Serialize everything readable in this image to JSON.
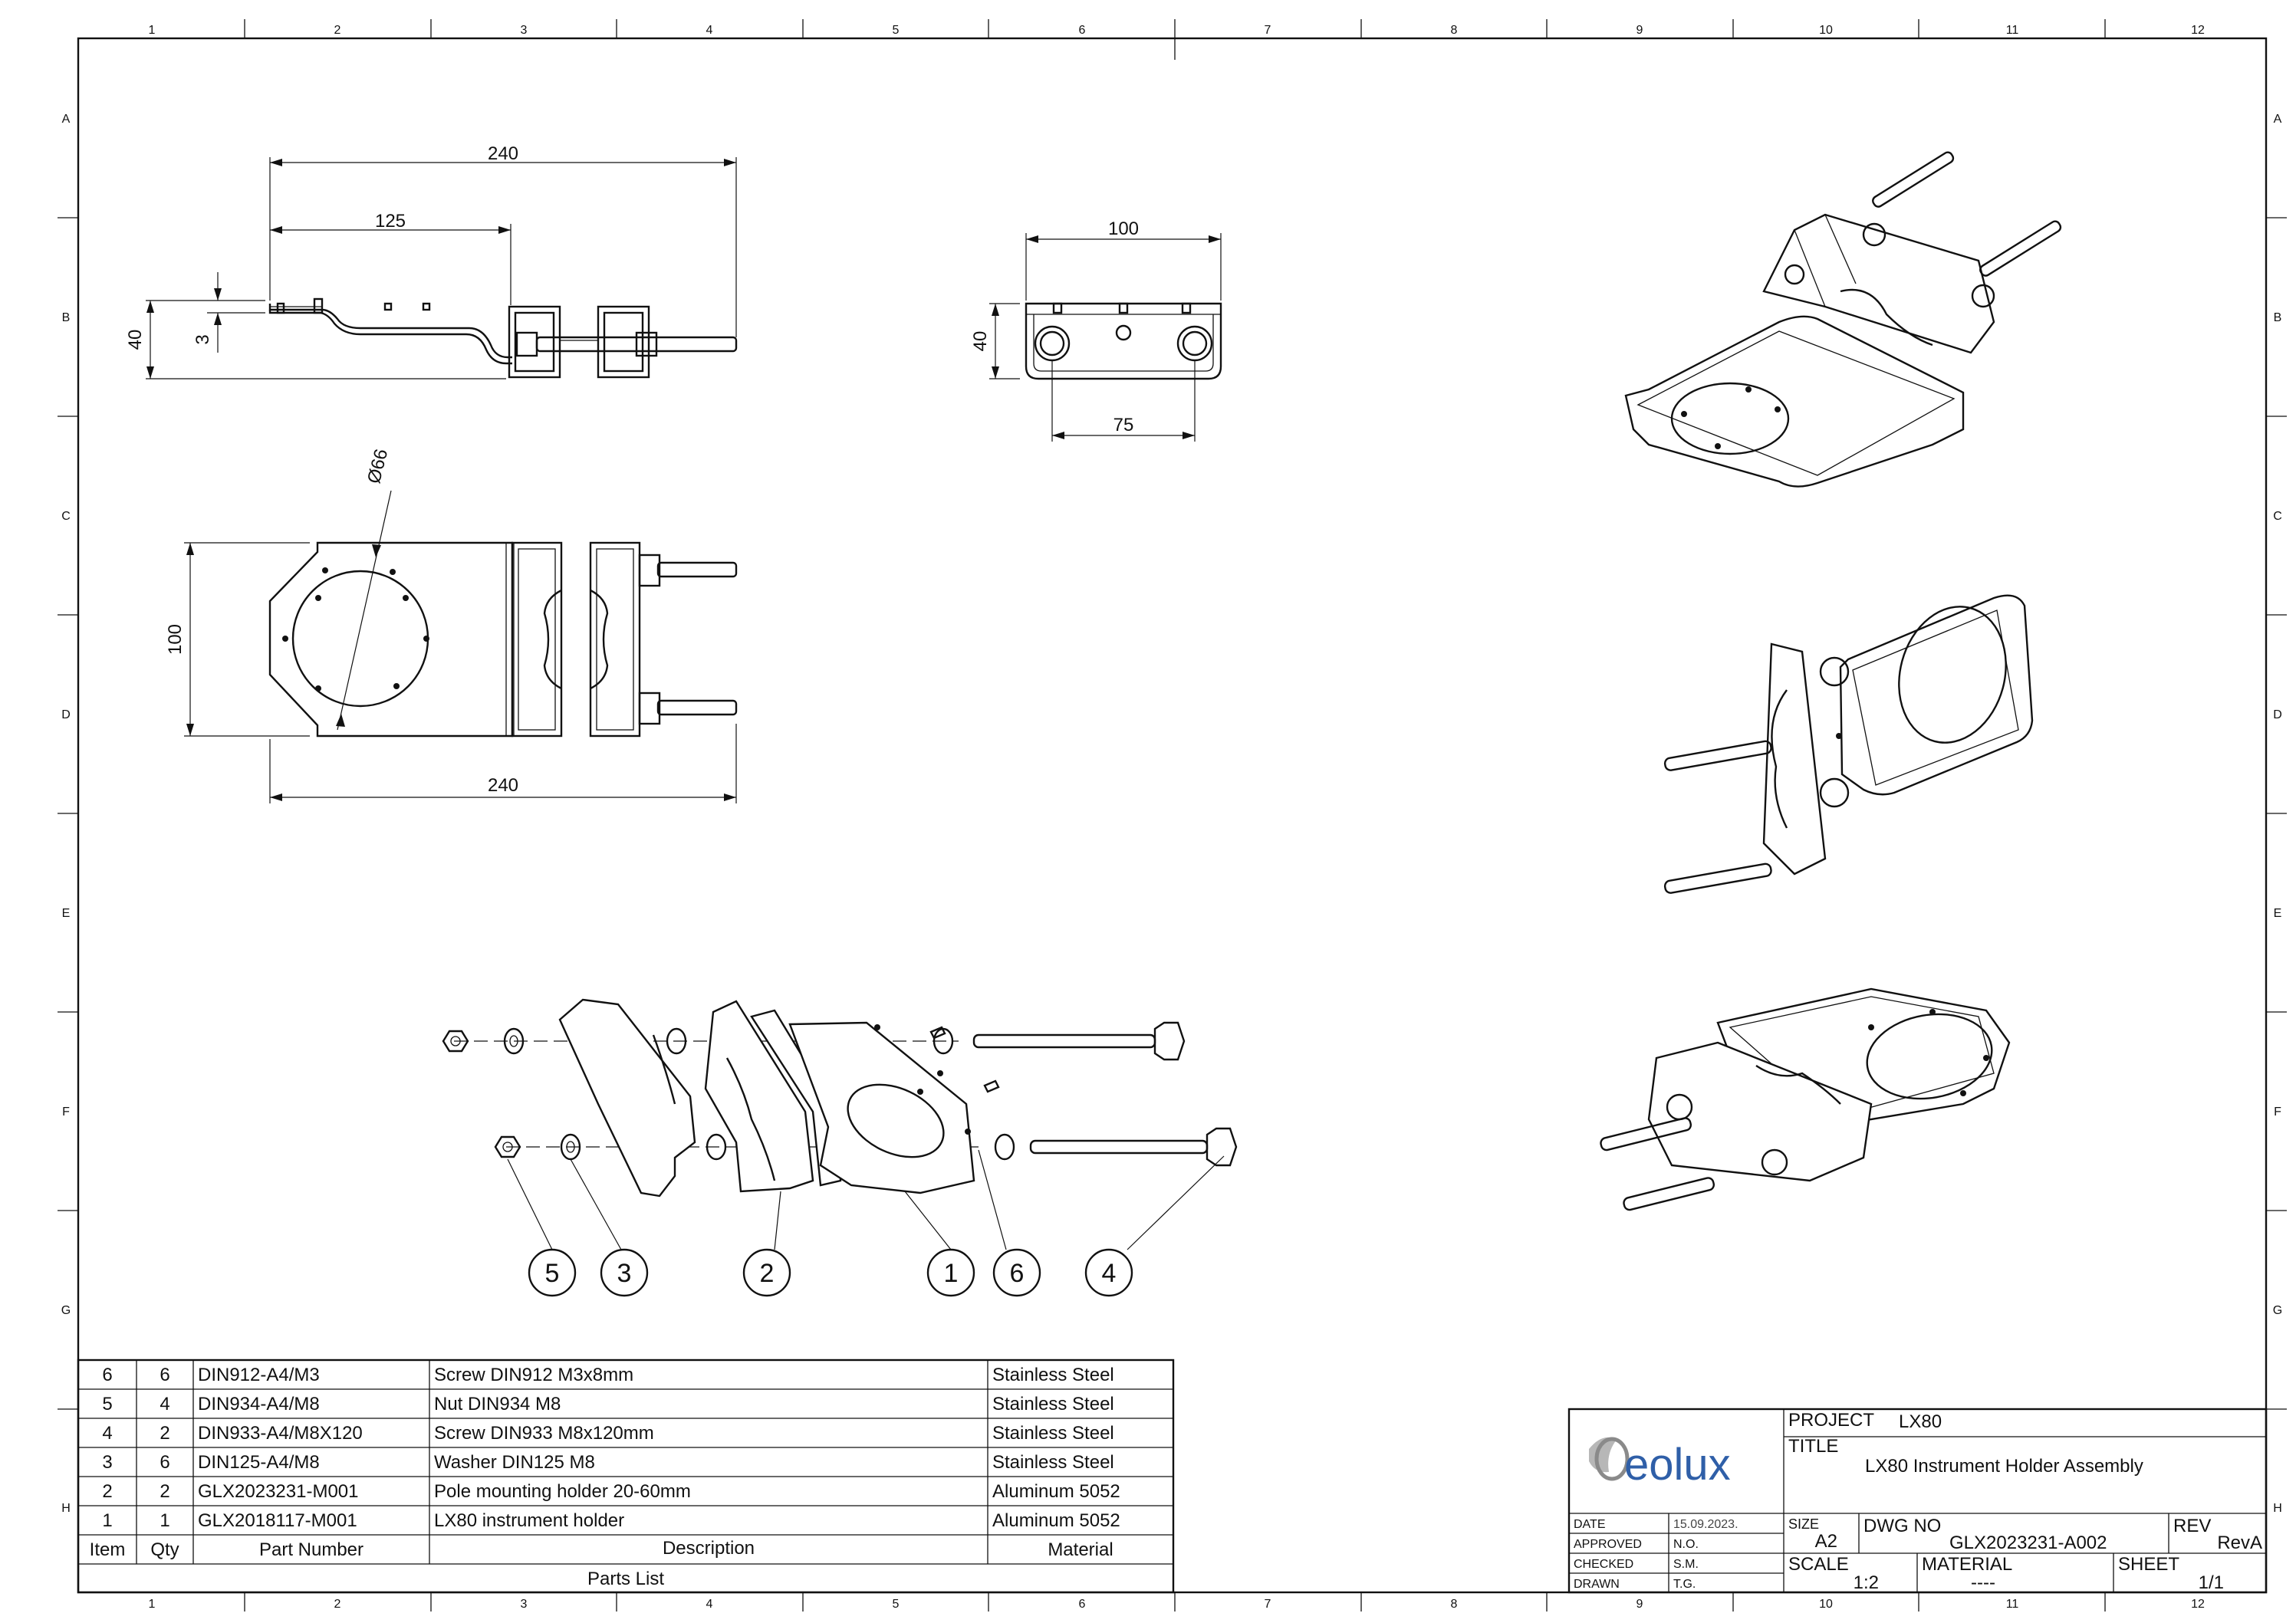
{
  "frame": {
    "columns": [
      "1",
      "2",
      "3",
      "4",
      "5",
      "6",
      "7",
      "8",
      "9",
      "10",
      "11",
      "12"
    ],
    "rows": [
      "A",
      "B",
      "C",
      "D",
      "E",
      "F",
      "G",
      "H"
    ]
  },
  "views": {
    "side": {
      "dim_overall": "240",
      "dim_plate": "125",
      "dim_height": "40",
      "dim_thickness": "3"
    },
    "front": {
      "dim_width": "100",
      "dim_height": "40",
      "dim_hole_spacing": "75"
    },
    "top": {
      "dim_circle": "Ø66",
      "dim_width": "100",
      "dim_length": "240"
    }
  },
  "balloons": [
    "5",
    "3",
    "2",
    "1",
    "6",
    "4"
  ],
  "parts_list": {
    "caption": "Parts List",
    "headers": {
      "item": "Item",
      "qty": "Qty",
      "part": "Part Number",
      "desc": "Description",
      "material": "Material"
    },
    "rows": [
      {
        "item": "6",
        "qty": "6",
        "part": "DIN912-A4/M3",
        "desc": "Screw DIN912 M3x8mm",
        "material": "Stainless Steel"
      },
      {
        "item": "5",
        "qty": "4",
        "part": "DIN934-A4/M8",
        "desc": "Nut DIN934 M8",
        "material": "Stainless Steel"
      },
      {
        "item": "4",
        "qty": "2",
        "part": "DIN933-A4/M8X120",
        "desc": "Screw DIN933 M8x120mm",
        "material": "Stainless Steel"
      },
      {
        "item": "3",
        "qty": "6",
        "part": "DIN125-A4/M8",
        "desc": "Washer DIN125 M8",
        "material": "Stainless Steel"
      },
      {
        "item": "2",
        "qty": "2",
        "part": "GLX2023231-M001",
        "desc": "Pole mounting holder 20-60mm",
        "material": "Aluminum 5052"
      },
      {
        "item": "1",
        "qty": "1",
        "part": "GLX2018117-M001",
        "desc": "LX80 instrument holder",
        "material": "Aluminum 5052"
      }
    ]
  },
  "title_block": {
    "logo_text": "eolux",
    "project_label": "PROJECT",
    "project": "LX80",
    "title_label": "TITLE",
    "title": "LX80 Instrument Holder Assembly",
    "date_label": "DATE",
    "date": "15.09.2023.",
    "approved_label": "APPROVED",
    "approved": "N.O.",
    "checked_label": "CHECKED",
    "checked": "S.M.",
    "drawn_label": "DRAWN",
    "drawn": "T.G.",
    "size_label": "SIZE",
    "size": "A2",
    "dwg_label": "DWG NO",
    "dwg": "GLX2023231-A002",
    "rev_label": "REV",
    "rev": "RevA",
    "scale_label": "SCALE",
    "scale": "1:2",
    "material_label": "MATERIAL",
    "material": "----",
    "sheet_label": "SHEET",
    "sheet": "1/1"
  }
}
